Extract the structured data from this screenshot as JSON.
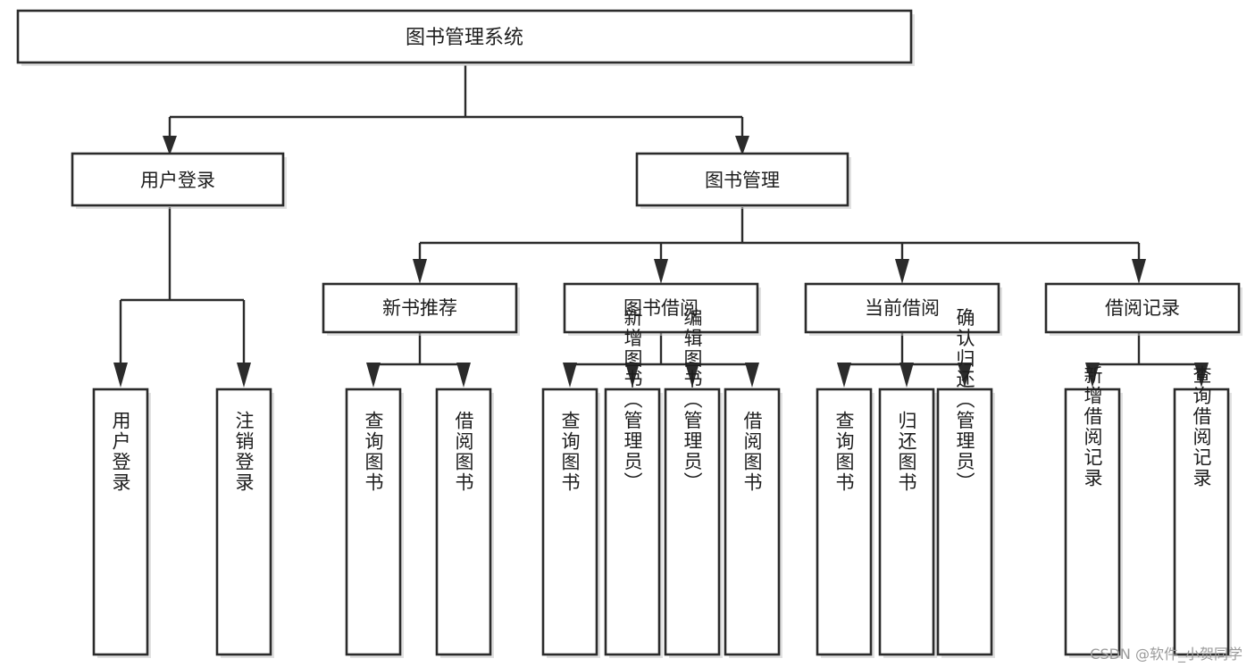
{
  "diagram": {
    "type": "tree",
    "title": "图书管理系统",
    "root": {
      "id": "root",
      "label": "图书管理系统"
    },
    "level1": [
      {
        "id": "user-login",
        "label": "用户登录"
      },
      {
        "id": "book-management",
        "label": "图书管理"
      }
    ],
    "level2": [
      {
        "id": "new-book-recommend",
        "label": "新书推荐",
        "parent": "book-management"
      },
      {
        "id": "book-borrow",
        "label": "图书借阅",
        "parent": "book-management"
      },
      {
        "id": "current-borrow",
        "label": "当前借阅",
        "parent": "book-management"
      },
      {
        "id": "borrow-record",
        "label": "借阅记录",
        "parent": "book-management"
      }
    ],
    "leaves": {
      "user-login": [
        {
          "id": "leaf-user-login",
          "label": "用户登录"
        },
        {
          "id": "leaf-logout-login",
          "label": "注销登录"
        }
      ],
      "new-book-recommend": [
        {
          "id": "leaf-query-book-1",
          "label": "查询图书"
        },
        {
          "id": "leaf-borrow-book-1",
          "label": "借阅图书"
        }
      ],
      "book-borrow": [
        {
          "id": "leaf-query-book-2",
          "label": "查询图书"
        },
        {
          "id": "leaf-add-book",
          "label": "新增图书（管理员）"
        },
        {
          "id": "leaf-edit-book",
          "label": "编辑图书（管理员）"
        },
        {
          "id": "leaf-borrow-book-2",
          "label": "借阅图书"
        }
      ],
      "current-borrow": [
        {
          "id": "leaf-query-book-3",
          "label": "查询图书"
        },
        {
          "id": "leaf-return-book",
          "label": "归还图书"
        },
        {
          "id": "leaf-confirm-return",
          "label": "确认归还（管理员）"
        }
      ],
      "borrow-record": [
        {
          "id": "leaf-add-record",
          "label": "新增借阅记录"
        },
        {
          "id": "leaf-query-record",
          "label": "查询借阅记录"
        }
      ]
    }
  },
  "watermark": {
    "text": "CSDN @软件_小贺同学"
  },
  "colors": {
    "box_stroke": "#2b2b2b",
    "box_fill": "#ffffff",
    "connector": "#2b2b2b",
    "text": "#1d1d1d",
    "watermark": "#9a9a9a",
    "background": "#ffffff"
  }
}
